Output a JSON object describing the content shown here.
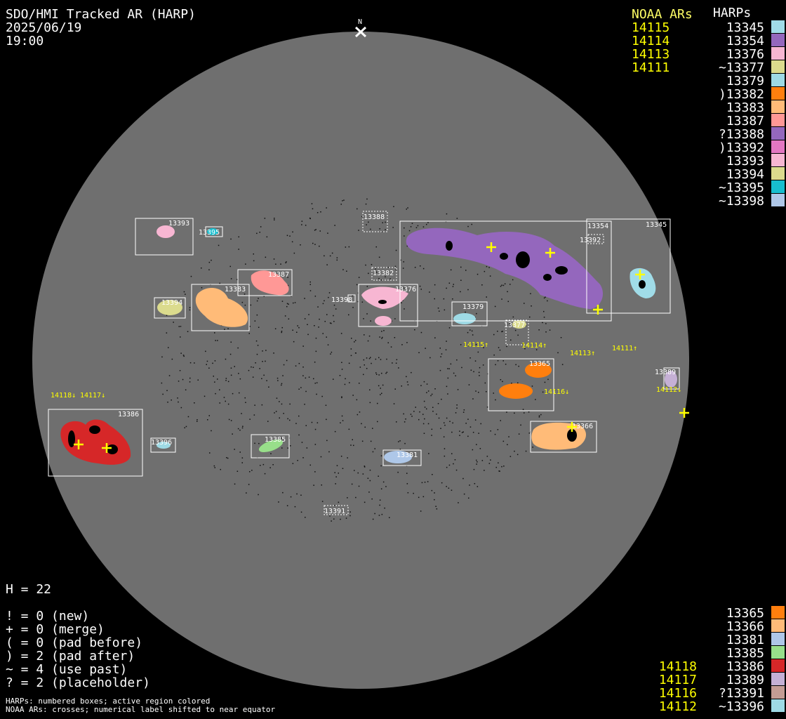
{
  "header": {
    "title": "SDO/HMI Tracked AR (HARP)",
    "date": "2025/06/19",
    "time": "19:00"
  },
  "north_marker": "N",
  "legend_top": {
    "noaa_heading": "NOAA ARs",
    "harps_heading": "HARPs",
    "noaa": [
      "14115",
      "14114",
      "14113",
      "14111"
    ],
    "harps": [
      {
        "label": "13345",
        "color": "#a0dce8"
      },
      {
        "label": "13354",
        "color": "#9467bd"
      },
      {
        "label": "13376",
        "color": "#f7b6d2"
      },
      {
        "label": "~13377",
        "color": "#dbdb8d"
      },
      {
        "label": "13379",
        "color": "#9edae5"
      },
      {
        "label": ")13382",
        "color": "#ff7f0e"
      },
      {
        "label": "13383",
        "color": "#ffbb78"
      },
      {
        "label": "13387",
        "color": "#ff9896"
      },
      {
        "label": "?13388",
        "color": "#9467bd"
      },
      {
        "label": ")13392",
        "color": "#e377c2"
      },
      {
        "label": "13393",
        "color": "#f7b6d2"
      },
      {
        "label": "13394",
        "color": "#dbdb8d"
      },
      {
        "label": "~13395",
        "color": "#17becf"
      },
      {
        "label": "~13398",
        "color": "#aec7e8"
      }
    ]
  },
  "stats": {
    "h_count": "H = 22",
    "lines": [
      "! = 0 (new)",
      "+ = 0 (merge)",
      "( = 0 (pad before)",
      ") = 2 (pad after)",
      "~ = 4 (use past)",
      "? = 2 (placeholder)"
    ]
  },
  "legend_bottom": [
    {
      "noaa": "",
      "harp": "13365",
      "color": "#ff7f0e"
    },
    {
      "noaa": "",
      "harp": "13366",
      "color": "#ffbb78"
    },
    {
      "noaa": "",
      "harp": "13381",
      "color": "#aec7e8"
    },
    {
      "noaa": "",
      "harp": "13385",
      "color": "#98df8a"
    },
    {
      "noaa": "14118",
      "harp": "13386",
      "color": "#d62728"
    },
    {
      "noaa": "14117",
      "harp": "13389",
      "color": "#c5b0d5"
    },
    {
      "noaa": "14116",
      "harp": "?13391",
      "color": "#c49c94"
    },
    {
      "noaa": "14112",
      "harp": "~13396",
      "color": "#9edae5"
    }
  ],
  "footer": {
    "line1": "HARPs: numbered boxes; active region colored",
    "line2": "NOAA ARs: crosses; numerical label shifted to near equator"
  },
  "disk_labels": {
    "harp_boxes": [
      "13393",
      "13395",
      "13388",
      "13382",
      "13376",
      "13354",
      "13392",
      "13345",
      "13387",
      "13383",
      "13394",
      "13398",
      "13379",
      "13377",
      "13365",
      "13389",
      "13386",
      "13396",
      "13385",
      "13381",
      "13366",
      "13391"
    ],
    "noaa_labels": [
      "14115↑",
      "14114↑",
      "14113↑",
      "14111↑",
      "14116↓",
      "14112↓",
      "14118↓",
      "14117↓"
    ]
  }
}
